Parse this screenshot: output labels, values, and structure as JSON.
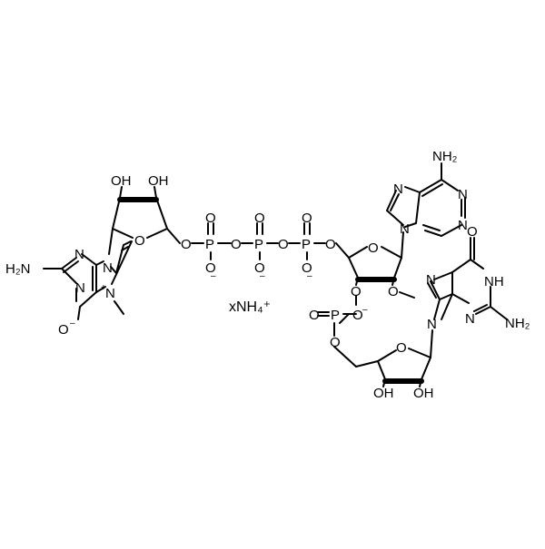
{
  "structure": {
    "m7g_cap": {
      "amino": "H₂N",
      "n1": "N",
      "n3": "N",
      "n7": "N",
      "n7_charge": "+",
      "n9": "N",
      "o6": "O",
      "o6_charge": "–",
      "ribose_o": "O",
      "oh2": "OH",
      "oh3": "OH",
      "o5": "O"
    },
    "triphosphate": {
      "bridge_o1": "O",
      "bridge_o2": "O",
      "bridge_o3": "O",
      "p_alpha": "P",
      "p_beta": "P",
      "p_gamma": "P",
      "oxo1": "O",
      "oxo2": "O",
      "oxo3": "O",
      "oneg1": "O",
      "oneg2": "O",
      "oneg3": "O",
      "neg": "–"
    },
    "adenosine": {
      "amino": "NH₂",
      "ring_n1": "N",
      "ring_n3": "N",
      "ring_n7": "N",
      "ring_n9": "N",
      "o5": "O",
      "ribose_o": "O",
      "o3": "O",
      "o2": "O"
    },
    "phosphodiester": {
      "p": "P",
      "oxo": "O",
      "oneg": "O",
      "neg": "–",
      "o5": "O"
    },
    "guanosine": {
      "o6": "O",
      "nh": "NH",
      "n3": "N",
      "n7": "N",
      "n9": "N",
      "amino": "NH₂",
      "ribose_o": "O",
      "oh3": "OH",
      "oh2": "OH"
    },
    "counterion": "xNH₄⁺"
  }
}
